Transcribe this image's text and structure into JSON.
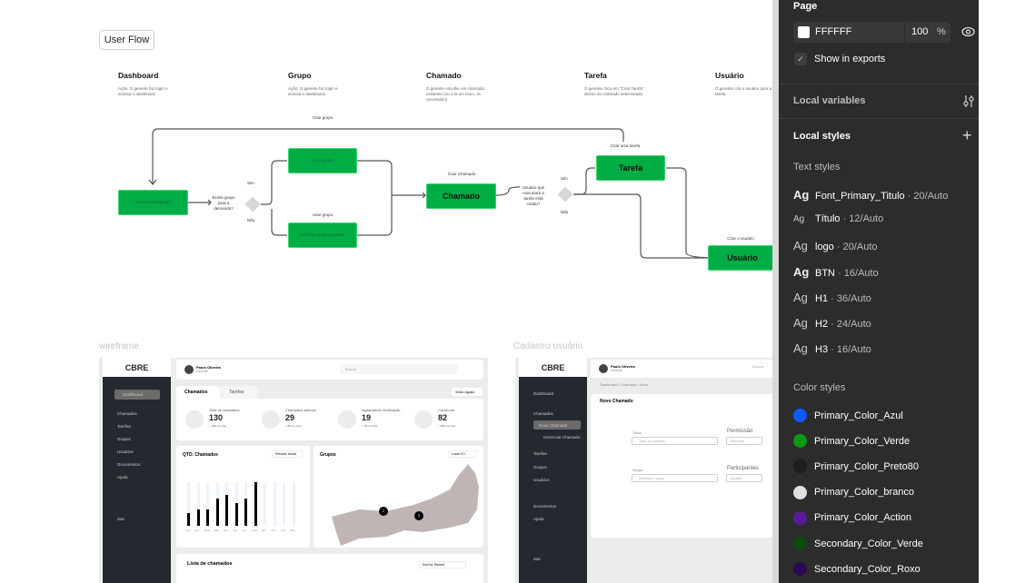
{
  "flow": {
    "title": "User Flow",
    "columns": [
      {
        "title": "Dashboard",
        "desc": "Ação: O gerente faz login e acessa o dashboard."
      },
      {
        "title": "Grupo",
        "desc": "Ação: O gerente faz login e acessa o dashboard."
      },
      {
        "title": "Chamado",
        "desc": "O gerente escolhe um chamado existente (ou cria um novo, se necessário)"
      },
      {
        "title": "Tarefa",
        "desc": "O gerente clica em \"Criar Tarefa\" dentro do chamado selecionado."
      },
      {
        "title": "Usuário",
        "desc": "O gerente cria o usuário para a tarefa"
      }
    ],
    "nodes": {
      "dashboard": "Acessar Dashboard",
      "novo_grupo": "Novo grupo",
      "escolher_grupo": "Escolher grupo existente",
      "chamado": "Chamado",
      "tarefa": "Tarefa",
      "usuario": "Usuário"
    },
    "labels": {
      "q1": "Existe grupo para a demanda?",
      "sim1": "Sim",
      "nao1": "Não",
      "q2": "Usuário que executará a tarefa está criado?",
      "sim2": "Sim",
      "nao2": "Não",
      "criar_grupo": "Criar grupo",
      "criar_tarefa": "Criar uma tarefa",
      "criar_chamado": "Criar Chamado",
      "usar_grupo": "Usar grupo",
      "criar_usuario": "Criar o usuário"
    }
  },
  "wireframe": {
    "label": "wireframe",
    "logo": "CBRE",
    "user_name": "Paulo Oliveira",
    "user_role": "Gerente",
    "search_placeholder": "Buscar",
    "nav": [
      "Dashboard",
      "Chamados",
      "Tarefas",
      "Grupos",
      "Usuários",
      "Documentos",
      "Ajuda"
    ],
    "logout": "Sair",
    "tabs": [
      "Chamados",
      "Tarefas"
    ],
    "filter": "Visão: Agosto",
    "stats": [
      {
        "label": "Total de chamados",
        "value": "130",
        "delta": "↑ 10% no mês"
      },
      {
        "label": "Chamados abertos",
        "value": "29",
        "delta": "↓ 8% no mês"
      },
      {
        "label": "Aguardando Verificação",
        "value": "19",
        "delta": "↑ 1% no mês"
      },
      {
        "label": "Concluído",
        "value": "82",
        "delta": "↑ 10% no mês"
      }
    ],
    "chart_title": "QTD. Chamados",
    "chart_filter": "Período: Anual",
    "months": [
      "JAN",
      "FEV",
      "MAR",
      "ABR",
      "MAI",
      "JUN",
      "JUL",
      "AGO",
      "SET",
      "OUT",
      "NOV",
      "DEZ"
    ],
    "values": [
      30,
      38,
      38,
      62,
      70,
      53,
      62,
      100,
      0,
      0,
      0,
      0
    ],
    "map_title": "Grupos",
    "map_filter": "Local: RJ",
    "map_markers": [
      "2",
      "3"
    ],
    "list_title": "Lista de chamados",
    "list_filter": "Sort by: Recent"
  },
  "cadastro": {
    "label": "Cadastro usuário",
    "logo": "CBRE",
    "user_name": "Paulo Oliveira",
    "user_role": "Gerente",
    "search_placeholder": "Buscar",
    "breadcrumb": "Dashboard / Chamado / Novo",
    "title": "Novo Chamado",
    "nav": [
      "Dashboard",
      "Chamados",
      "Novo Chamado",
      "Gerenciar Chamado",
      "Tarefas",
      "Grupos",
      "Usuários",
      "Documentos",
      "Ajuda"
    ],
    "logout": "Sair",
    "fields": [
      {
        "label": "Título",
        "placeholder": "Título do chamado"
      },
      {
        "label": "Permissão",
        "placeholder": "Selecione"
      },
      {
        "label": "Grupo",
        "placeholder": "Selecione o grupo"
      },
      {
        "label": "Participantes",
        "placeholder": "Escolha"
      }
    ]
  },
  "panel": {
    "page_title": "Page",
    "bg_hex": "FFFFFF",
    "opacity": "100",
    "percent": "%",
    "show_exports": "Show in exports",
    "local_variables": "Local variables",
    "local_styles": "Local styles",
    "text_styles_title": "Text styles",
    "text_styles": [
      {
        "ag": "Ag",
        "name": "Font_Primary_Titulo",
        "meta": " · 20/Auto"
      },
      {
        "ag": "Ag",
        "name": "Título",
        "meta": " · 12/Auto"
      },
      {
        "ag": "Ag",
        "name": "logo",
        "meta": " · 20/Auto"
      },
      {
        "ag": "Ag",
        "name": "BTN",
        "meta": " · 16/Auto"
      },
      {
        "ag": "Ag",
        "name": "H1",
        "meta": " · 36/Auto"
      },
      {
        "ag": "Ag",
        "name": "H2",
        "meta": " · 24/Auto"
      },
      {
        "ag": "Ag",
        "name": "H3",
        "meta": " · 16/Auto"
      }
    ],
    "color_styles_title": "Color styles",
    "color_styles": [
      {
        "name": "Primary_Color_Azul",
        "color": "#0d5bff"
      },
      {
        "name": "Primary_Color_Verde",
        "color": "#0a9b12"
      },
      {
        "name": "Primary_Color_Preto80",
        "color": "#1e1e1e"
      },
      {
        "name": "Primary_Color_branco",
        "color": "#e0e0e0"
      },
      {
        "name": "Primary_Color_Action",
        "color": "#5a1a9a"
      },
      {
        "name": "Secondary_Color_Verde",
        "color": "#0a4a0d"
      },
      {
        "name": "Secondary_Color_Roxo",
        "color": "#2a0a55"
      }
    ]
  }
}
